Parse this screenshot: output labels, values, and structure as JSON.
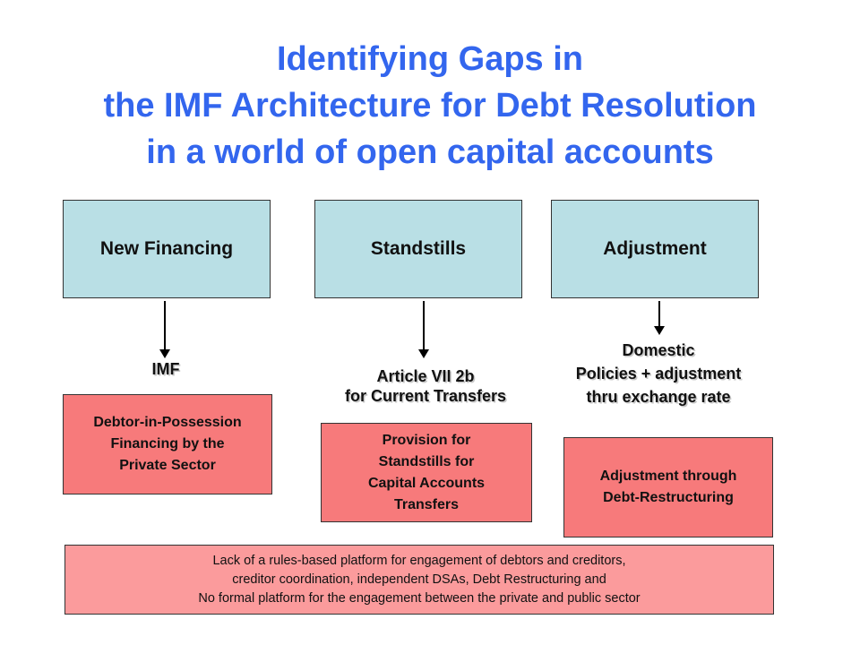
{
  "title": {
    "line1": "Identifying Gaps in",
    "line2": "the IMF Architecture for Debt Resolution",
    "line3": "in a world of open capital accounts"
  },
  "columns": [
    {
      "heading": "New Financing",
      "label_lines": [
        "IMF"
      ],
      "box_lines": [
        "Debtor-in-Possession",
        "Financing by the",
        "Private Sector"
      ]
    },
    {
      "heading": "Standstills",
      "label_lines": [
        "Article VII 2b",
        "for Current Transfers"
      ],
      "box_lines": [
        "Provision for",
        "Standstills for",
        "Capital Accounts",
        "Transfers"
      ]
    },
    {
      "heading": "Adjustment",
      "label_lines": [
        "Domestic",
        "Policies + adjustment",
        "thru exchange rate"
      ],
      "box_lines": [
        "Adjustment through",
        "Debt-Restructuring"
      ]
    }
  ],
  "bottom": {
    "lines": [
      "Lack of a rules-based platform for engagement of debtors and creditors,",
      "creditor coordination, independent DSAs, Debt Restructuring and",
      "No formal platform for the engagement between the private and public sector"
    ]
  },
  "colors": {
    "title": "#3366ee",
    "top_box": "#b9dfe5",
    "pink_box": "#f77a7b",
    "bottom_box": "#fb9b9c"
  }
}
